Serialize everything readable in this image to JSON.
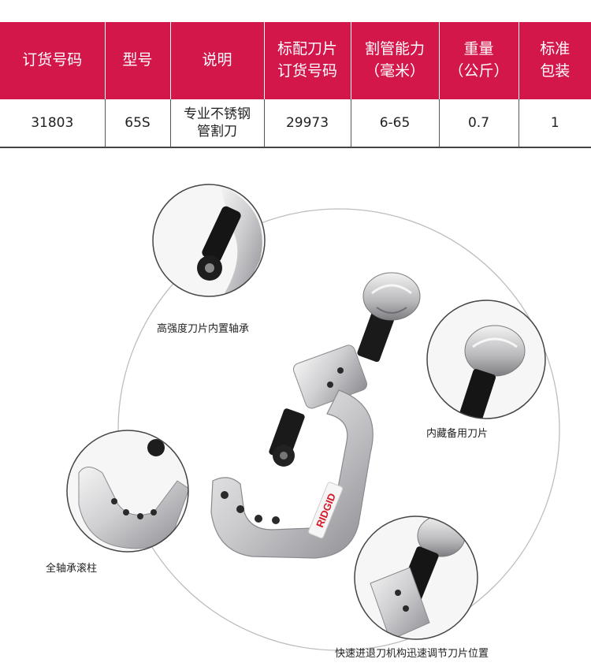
{
  "spec_table": {
    "headers": [
      "订货号码",
      "型号",
      "说明",
      "标配刀片\n订货号码",
      "割管能力\n（毫米）",
      "重量\n（公斤）",
      "标准\n包装"
    ],
    "row": [
      "31803",
      "65S",
      "专业不锈钢\n管割刀",
      "29973",
      "6-65",
      "0.7",
      "1"
    ]
  },
  "features": {
    "bearing": "高强度刀片内置轴承",
    "spare_blade": "内藏备用刀片",
    "rollers": "全轴承滚柱",
    "quick_feed": "快速进退刀机构迅速调节刀片位置"
  },
  "brand": "RIDGID",
  "colors": {
    "header_bg": "#d3174a",
    "brand_red": "#d31a2a"
  }
}
